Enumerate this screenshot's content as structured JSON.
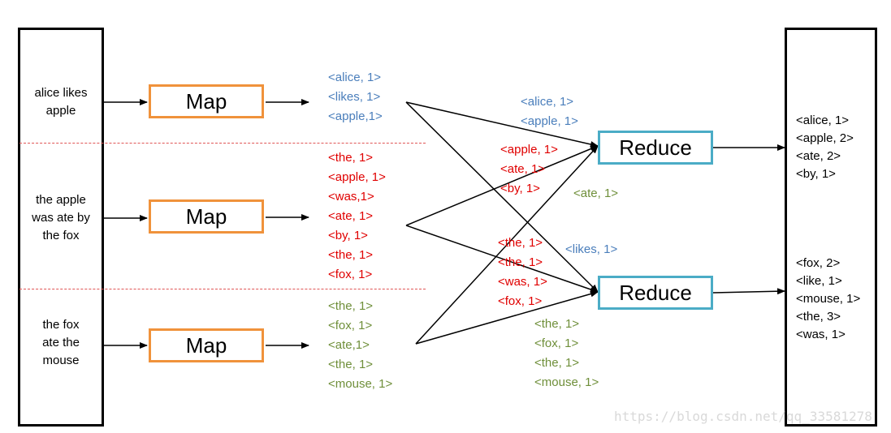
{
  "inputs": [
    {
      "text": "alice likes\napple"
    },
    {
      "text": "the apple\nwas ate by\nthe fox"
    },
    {
      "text": "the fox\nate the\nmouse"
    }
  ],
  "map_label": "Map",
  "reduce_label": "Reduce",
  "map_outputs": [
    {
      "color": "#4a7ebb",
      "pairs": [
        "<alice, 1>",
        "<likes, 1>",
        "<apple,1>"
      ]
    },
    {
      "color": "#e00000",
      "pairs": [
        "<the, 1>",
        "<apple, 1>",
        "<was,1>",
        "<ate, 1>",
        "<by, 1>",
        "<the, 1>",
        "<fox, 1>"
      ]
    },
    {
      "color": "#6f8f3a",
      "pairs": [
        "<the, 1>",
        "<fox, 1>",
        "<ate,1>",
        "<the, 1>",
        "<mouse, 1>"
      ]
    }
  ],
  "shuffle": {
    "reducer1_blue": [
      "<alice, 1>",
      "<apple, 1>"
    ],
    "reducer1_red": [
      "<apple, 1>",
      "<ate, 1>",
      "<by, 1>"
    ],
    "reducer1_green": [
      "<ate, 1>"
    ],
    "reducer2_blue": [
      "<likes, 1>"
    ],
    "reducer2_red": [
      "<the, 1>",
      "<the, 1>",
      "<was, 1>",
      "<fox, 1>"
    ],
    "reducer2_green": [
      "<the, 1>",
      "<fox, 1>",
      "<the, 1>",
      "<mouse, 1>"
    ]
  },
  "final_outputs": [
    [
      "<alice, 1>",
      "<apple, 2>",
      "<ate, 2>",
      "<by, 1>"
    ],
    [
      "<fox, 2>",
      "<like, 1>",
      "<mouse, 1>",
      "<the, 3>",
      "<was, 1>"
    ]
  ],
  "watermark": "https://blog.csdn.net/qq_33581278",
  "colors": {
    "map_border": "#f0923b",
    "reduce_border": "#4bacc6",
    "blue": "#4a7ebb",
    "red": "#e00000",
    "green": "#6f8f3a",
    "divider": "#e05555"
  }
}
